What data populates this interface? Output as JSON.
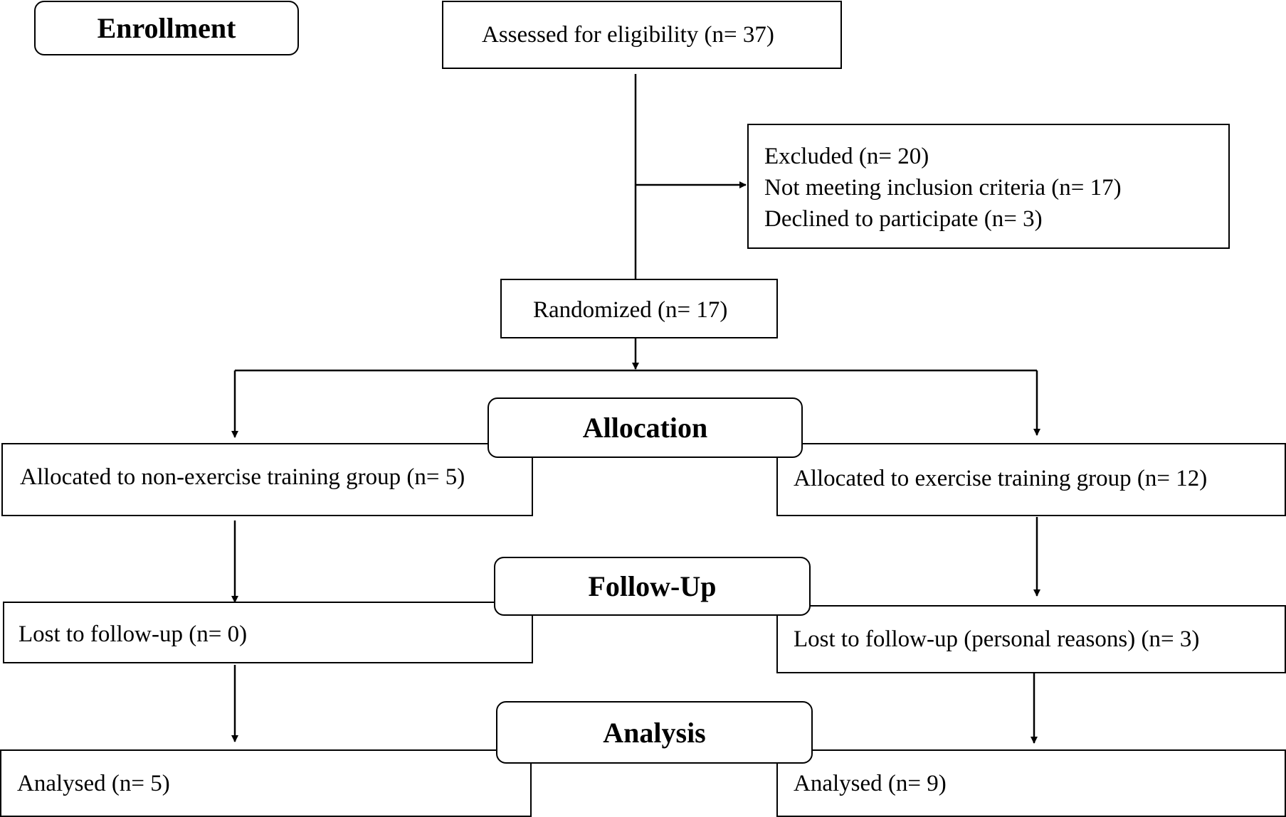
{
  "stages": {
    "enrollment": "Enrollment",
    "allocation": "Allocation",
    "follow_up": "Follow-Up",
    "analysis": "Analysis"
  },
  "enrollment": {
    "assessed": "Assessed for eligibility (n= 37)",
    "excluded": {
      "title": "Excluded (n= 20)",
      "reasons": [
        "Not meeting inclusion criteria (n= 17)",
        "Declined to participate (n= 3)"
      ]
    },
    "randomized": "Randomized (n= 17)"
  },
  "allocation": {
    "non_exercise": "Allocated to non-exercise training group (n= 5)",
    "exercise": "Allocated to exercise training group (n= 12)"
  },
  "follow_up": {
    "non_exercise": "Lost to follow-up (n= 0)",
    "exercise": "Lost to follow-up (personal reasons) (n= 3)"
  },
  "analysis": {
    "non_exercise": "Analysed (n= 5)",
    "exercise": "Analysed (n= 9)"
  }
}
